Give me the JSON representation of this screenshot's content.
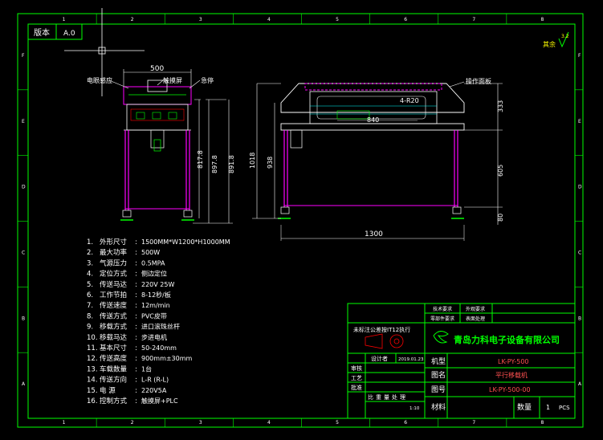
{
  "version": {
    "label": "版本",
    "value": "A.0"
  },
  "surface": {
    "label": "其余"
  },
  "front_view": {
    "width_dim": "500",
    "callout_sensor": "电眼感应",
    "callout_screen": "触摸屏",
    "callout_estop": "急停",
    "dim_8178": "817.8",
    "dim_8978": "897.8",
    "dim_8918": "891.8"
  },
  "side_view": {
    "callout_handle": "操作面板",
    "dim_1018": "1018",
    "dim_938": "938",
    "dim_333": "333",
    "dim_605": "605",
    "dim_80": "80",
    "dim_1300": "1300",
    "label_r20": "4-R20",
    "label_840": "840"
  },
  "specs": [
    {
      "num": "1.",
      "key": "外形尺寸",
      "val": "1500MM*W1200*H1000MM"
    },
    {
      "num": "2.",
      "key": "最大功率",
      "val": "500W"
    },
    {
      "num": "3.",
      "key": "气源压力",
      "val": "0.5MPA"
    },
    {
      "num": "4.",
      "key": "定位方式",
      "val": "侧边定位"
    },
    {
      "num": "5.",
      "key": "传送马达",
      "val": "220V 25W"
    },
    {
      "num": "6.",
      "key": "工作节拍",
      "val": "8-12秒/板"
    },
    {
      "num": "7.",
      "key": "传送速度",
      "val": "12m/min"
    },
    {
      "num": "8.",
      "key": "传送方式",
      "val": "PVC皮带"
    },
    {
      "num": "9.",
      "key": "移载方式",
      "val": "进口滚珠丝杆"
    },
    {
      "num": "10.",
      "key": "移载马达",
      "val": "步进电机"
    },
    {
      "num": "11.",
      "key": "基本尺寸",
      "val": "50-240mm"
    },
    {
      "num": "12.",
      "key": "传送高度",
      "val": "900mm±30mm"
    },
    {
      "num": "13.",
      "key": "车载数量",
      "val": "1台"
    },
    {
      "num": "14.",
      "key": "传送方向",
      "val": "L-R (R-L)"
    },
    {
      "num": "15.",
      "key": "电    源",
      "val": "220V5A"
    },
    {
      "num": "16.",
      "key": "控制方式",
      "val": "触摸屏+PLC"
    }
  ],
  "title_block": {
    "top_left": "技术要求",
    "top_right": "外观要求",
    "row2_left": "零部件要求",
    "row2_right": "表面处理",
    "tolerance": "未标注公差按IT12执行",
    "company": "青岛力科电子设备有限公司",
    "designer_label": "设计者",
    "date": "2019.01.23",
    "review_label": "审核",
    "process_label": "工艺",
    "approve_label": "批准",
    "model_label": "机型",
    "model_value": "LK-PY-500",
    "name_label": "图名",
    "name_value": "平行移载机",
    "drawing_label": "图号",
    "drawing_value": "LK-PY-500-00",
    "material_label": "材料",
    "qty_label": "数量",
    "qty_value": "1",
    "unit_value": "PCS",
    "sub_labels": [
      "比",
      "重",
      "量",
      "处",
      "理"
    ],
    "scale": "1:10"
  },
  "border_letters": [
    "A",
    "B",
    "C",
    "D",
    "E",
    "F"
  ],
  "border_numbers": [
    "1",
    "2",
    "3",
    "4",
    "5",
    "6",
    "7",
    "8"
  ]
}
